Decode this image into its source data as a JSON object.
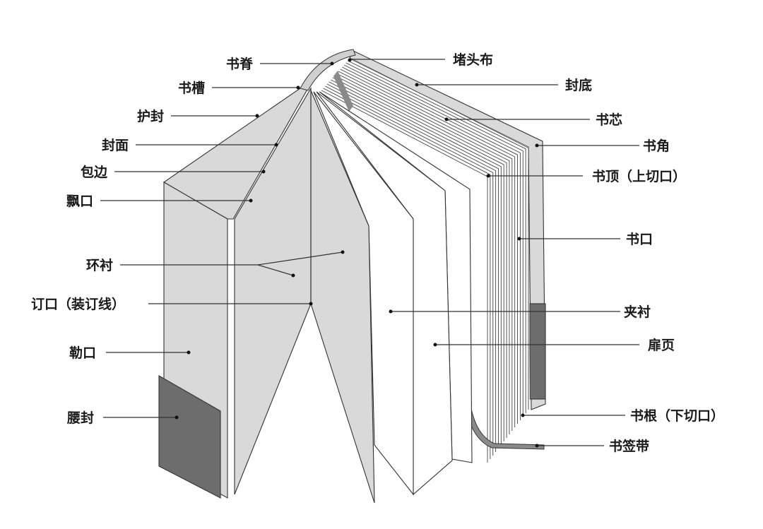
{
  "title": "书籍结构示意图",
  "colors": {
    "panel": "#d9d9d9",
    "page": "#ffffff",
    "band": "#6d6d6d",
    "ribbon": "#8a8a8a",
    "line": "#333333"
  },
  "labels": {
    "spine": "书脊",
    "groove": "书槽",
    "jacket": "护封",
    "front_cover": "封面",
    "turn_in": "包边",
    "squares": "飘口",
    "endpaper": "环衬",
    "gutter": "订口（装订线）",
    "flap": "勒口",
    "belly_band": "腰封",
    "headband": "堵头布",
    "back_cover": "封底",
    "book_block": "书芯",
    "corner": "书角",
    "top_edge": "书顶（上切口）",
    "fore_edge": "书口",
    "interleaf": "夹衬",
    "title_page": "扉页",
    "bottom_edge": "书根（下切口）",
    "bookmark_ribbon": "书签带"
  }
}
